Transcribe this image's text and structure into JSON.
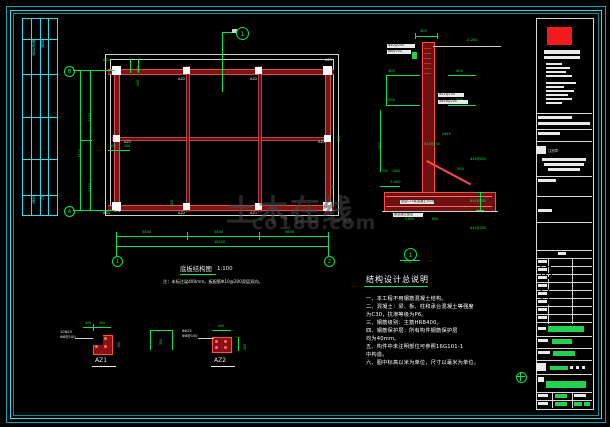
{
  "drawing": {
    "background": "#000000",
    "frame_color": "#25e0ef",
    "dim_color": "#00e64d",
    "concrete_color": "#ff3b3b",
    "wall_color": "#e8e8e8"
  },
  "plan": {
    "title": "底板结构图",
    "scale": "1:100",
    "subnote": "注：未标注梁400mm。板配筋Φ10@200双层双向。",
    "grid_bubbles_vertical": [
      "B",
      "A"
    ],
    "grid_bubbles_horizontal": [
      "1",
      "2"
    ],
    "vertical_dims": [
      "3300",
      "3300"
    ],
    "vertical_total": "7400",
    "horizontal_dims": [
      "5400",
      "5400",
      "5600"
    ],
    "horizontal_total": "16200",
    "small_dims": [
      "400",
      "400",
      "600",
      "500",
      "300",
      "500",
      "300"
    ],
    "column_tags": [
      "AZ1",
      "AZ2",
      "AZ2",
      "AZ1",
      "AZ2",
      "AZ2",
      "AZ1",
      "AZ2",
      "AZ1"
    ],
    "section_callout": "1"
  },
  "section": {
    "callout_number": "1",
    "callout_scale": "1:20",
    "elevations": [
      "-0.200",
      "-3.000",
      "-3.600"
    ],
    "dims_left": [
      "400",
      "500",
      "1500",
      "1000",
      "125",
      "1000"
    ],
    "dims_right": [
      "400",
      "500",
      "500",
      "500",
      "525"
    ],
    "dims_top": [
      "400"
    ],
    "labels": [
      "Φ10@200",
      "Φ12@150",
      "4Φ16@200",
      "2Φ16",
      "Φ8@200",
      "Φ14@200",
      "Φ14@200",
      "Φ14@200",
      "Φ14@200",
      "Φ12@150双层双向",
      "板厚Φ12@200",
      "垫层C15素混凝土100厚",
      "素混凝土垫层"
    ],
    "bottom_dim": "800"
  },
  "details": [
    {
      "name": "AZ1",
      "shape": "L",
      "rebar_main": "10Φ25",
      "rebar_stirrup": "Φ8@100",
      "dims": [
        "400",
        "300",
        "300"
      ]
    },
    {
      "name": "AZ2",
      "shape": "rect",
      "rebar_main": "8Φ25",
      "rebar_stirrup": "Φ8@100",
      "dims": [
        "400",
        "300"
      ]
    }
  ],
  "notes": {
    "title": "结构设计总说明",
    "items": [
      "一、本工程不用钢筋混凝土结构。",
      "二、混凝土：梁、板、柱和承台混凝土等强度",
      "为C30，抗渗等级为P6。",
      "三、钢筋级别：主筋HRB400。",
      "四、钢筋保护层：所有构件钢筋保护层",
      "均为40mm。",
      "五、构件中未注明部位可参照16G101-1",
      "中构造。",
      "六、图中标高以米为单位，尺寸以毫米为单位。"
    ]
  },
  "title_block": {
    "logo_color": "#f11b1b",
    "company_rows": 8,
    "bottom_rows": 9,
    "field_rows": [
      "设计",
      "校对",
      "审核",
      "审定",
      "专业负责",
      "项目负责",
      "日期",
      "比例",
      "图号"
    ]
  },
  "watermark": {
    "text_cn": "土木在线",
    "text_en": "co188.com",
    "color": "#4a4a4a"
  },
  "index_strip": {
    "rows": 5,
    "cols": 4,
    "color": "#25e0ef"
  }
}
